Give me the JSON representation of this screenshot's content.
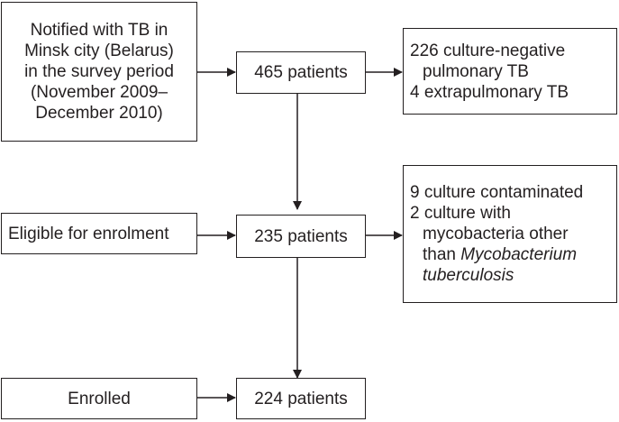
{
  "boxes": {
    "notified": {
      "lines": [
        "Notified with TB in",
        "Minsk city (Belarus)",
        "in the survey period",
        "(November 2009–",
        "December 2010)"
      ]
    },
    "eligible": {
      "text": "Eligible for enrolment"
    },
    "enrolled": {
      "text": "Enrolled"
    },
    "patients_465": {
      "text": "465 patients"
    },
    "patients_235": {
      "text": "235 patients"
    },
    "patients_224": {
      "text": "224 patients"
    },
    "excluded_1": {
      "lines": [
        "226 culture-negative",
        "pulmonary TB",
        "4 extrapulmonary TB"
      ]
    },
    "excluded_2": {
      "line1": "9 culture contaminated",
      "line2": "2 culture with",
      "line3": "mycobacteria other",
      "line4_prefix": "than ",
      "line4_italic": "Mycobacterium",
      "line5_italic": "tuberculosis"
    }
  }
}
